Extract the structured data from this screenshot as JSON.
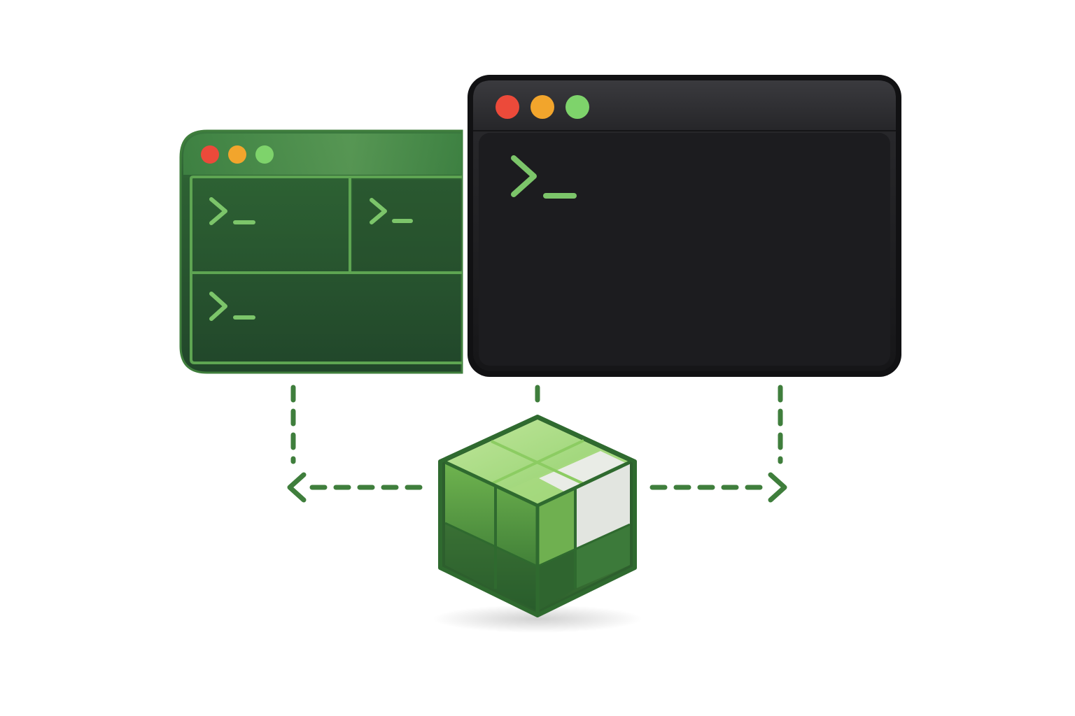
{
  "colors": {
    "background": "#ffffff",
    "dot_red": "#ec4a3a",
    "dot_yellow": "#f2a52c",
    "dot_green": "#7ed36b",
    "prompt_green": "#7cc56a",
    "connector_green": "#3f7e3c",
    "green_window_bg": "#2a5a30",
    "green_window_border": "#4c8a45",
    "dark_window_bg": "#1e1e20",
    "dark_window_bar": "#2c2c2f"
  },
  "icons": {
    "prompt": "terminal-prompt-icon",
    "container": "cube-container-icon",
    "arrow_left": "arrow-left-icon",
    "arrow_right": "arrow-right-icon"
  },
  "left_window": {
    "panes": [
      {
        "name": "pane-top-left"
      },
      {
        "name": "pane-top-right"
      },
      {
        "name": "pane-bottom"
      }
    ]
  },
  "right_window": {
    "panes": [
      {
        "name": "pane-main"
      }
    ]
  }
}
